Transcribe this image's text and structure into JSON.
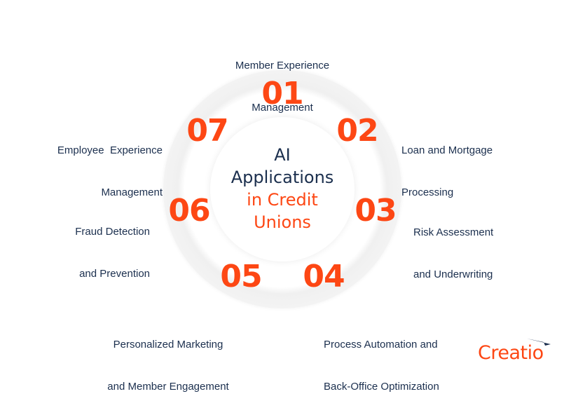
{
  "center": {
    "line1": "AI",
    "line2": "Applications",
    "line3": "in Credit",
    "line4": "Unions"
  },
  "items": [
    {
      "number": "01",
      "line1": "Member Experience",
      "line2": "Management"
    },
    {
      "number": "02",
      "line1": "Loan and Mortgage",
      "line2": "Processing"
    },
    {
      "number": "03",
      "line1": "Risk Assessment",
      "line2": "and Underwriting"
    },
    {
      "number": "04",
      "line1": "Process Automation and",
      "line2": "Back-Office Optimization"
    },
    {
      "number": "05",
      "line1": "Personalized Marketing",
      "line2": "and Member Engagement"
    },
    {
      "number": "06",
      "line1": "Fraud Detection",
      "line2": "and Prevention"
    },
    {
      "number": "07",
      "line1": "Employee  Experience",
      "line2": "Management"
    }
  ],
  "logo": {
    "text": "Creatio"
  },
  "colors": {
    "accent": "#fd4714",
    "navy": "#1b2f4e"
  }
}
